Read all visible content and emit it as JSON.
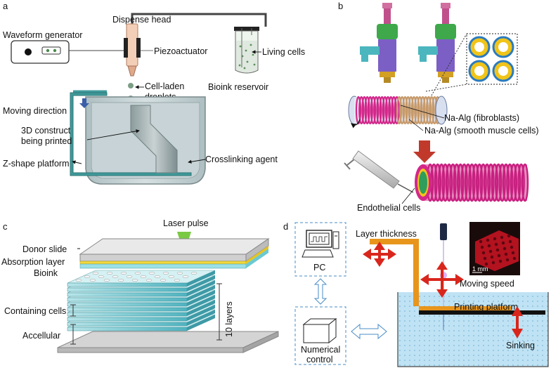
{
  "panels": {
    "a": {
      "letter": "a",
      "labels": {
        "dispense_head": "Dispense head",
        "waveform_generator": "Waveform generator",
        "piezoactuator": "Piezoactuator",
        "living_cells": "Living cells",
        "cell_laden_line1": "Cell-laden",
        "cell_laden_line2": "droplets",
        "bioink_reservoir": "Bioink reservoir",
        "moving_direction": "Moving direction",
        "construct_line1": "3D construct",
        "construct_line2": "being printed",
        "crosslinking_agent": "Crosslinking agent",
        "z_platform": "Z-shape platform"
      }
    },
    "b": {
      "letter": "b",
      "labels": {
        "fibroblasts": "Na-Alg (fibroblasts)",
        "smooth_muscle": "Na-Alg (smooth muscle cells)",
        "endothelial": "Endothelial cells"
      }
    },
    "c": {
      "letter": "c",
      "labels": {
        "laser_pulse": "Laser pulse",
        "donor_slide": "Donor slide",
        "absorption_layer": "Absorption layer",
        "bioink": "Bioink",
        "containing_cells": "Containing cells",
        "accellular": "Accellular",
        "layers": "10 layers"
      }
    },
    "d": {
      "letter": "d",
      "labels": {
        "layer_thickness": "Layer thickness",
        "pc": "PC",
        "moving_speed": "Moving speed",
        "printing_platform": "Printing platform",
        "numerical_line1": "Numerical",
        "numerical_line2": "control",
        "sinking": "Sinking",
        "scale_bar": "1 mm"
      }
    }
  },
  "colors": {
    "tank_fill": "#c7d3d6",
    "teal_platform": "#3f9a9a",
    "magenta_coil": "#d3278a",
    "tan_coil": "#c79a6a",
    "yellow_ring": "#f0c419",
    "teal_layer": "#8fd3dc",
    "laser_green": "#7ac943",
    "orange_arm": "#e8951c",
    "red_arrow": "#d9261c",
    "bath_blue": "#bfe3f4",
    "dashed_blue": "#4a8cc7",
    "crimson_construct": "#b3121f"
  }
}
